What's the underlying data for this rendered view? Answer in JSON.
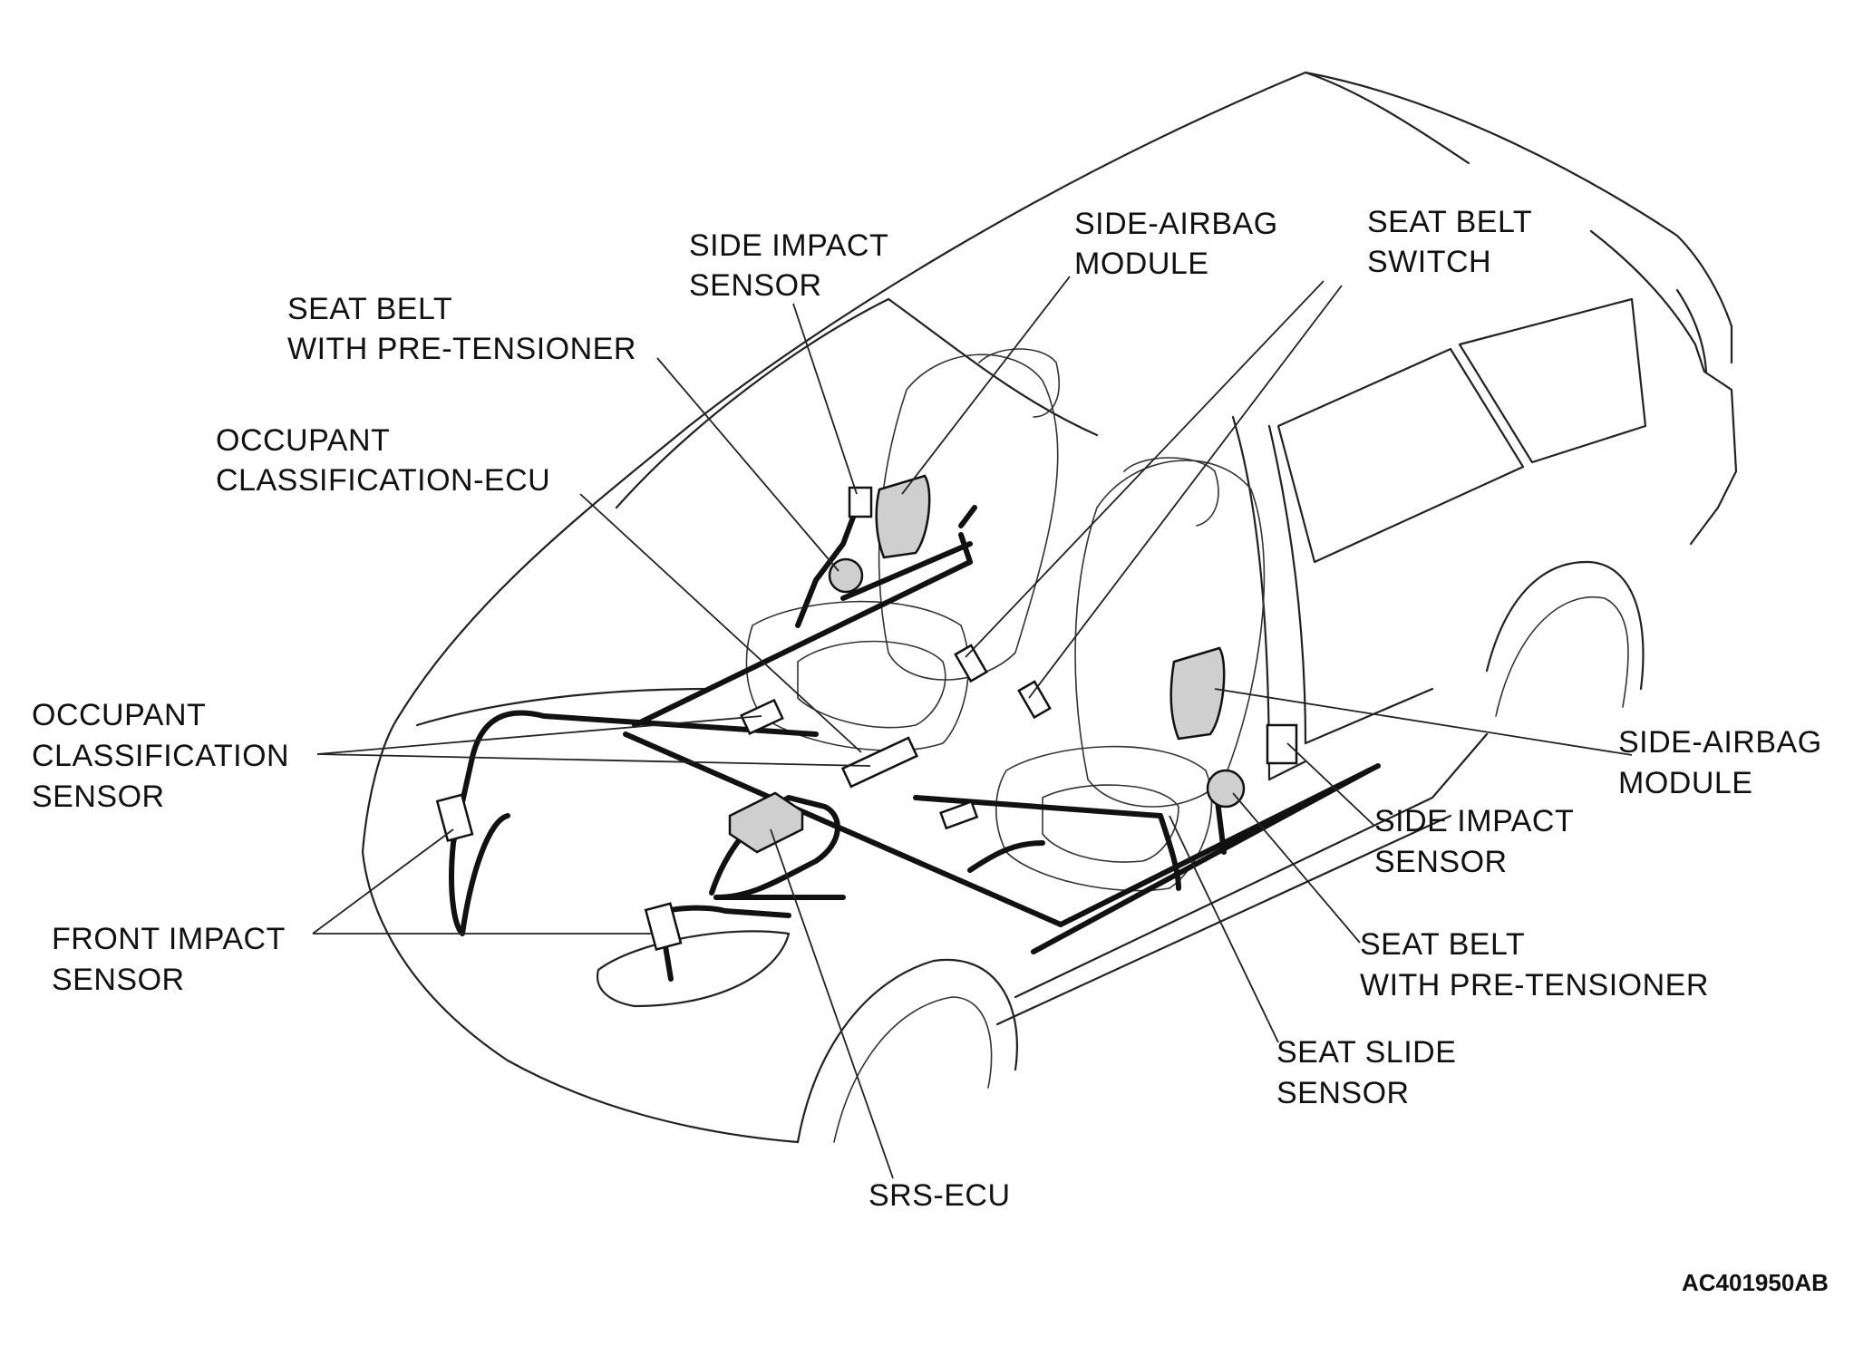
{
  "labels": {
    "side_impact_sensor_left": [
      "SIDE IMPACT",
      "SENSOR"
    ],
    "side_airbag_module_top": [
      "SIDE-AIRBAG",
      "MODULE"
    ],
    "seat_belt_switch": [
      "SEAT BELT",
      "SWITCH"
    ],
    "seat_belt_pretensioner_left": [
      "SEAT BELT",
      "WITH PRE-TENSIONER"
    ],
    "occupant_classification_ecu": [
      "OCCUPANT",
      "CLASSIFICATION-ECU"
    ],
    "occupant_classification_sensor": [
      "OCCUPANT",
      "CLASSIFICATION",
      "SENSOR"
    ],
    "front_impact_sensor": [
      "FRONT IMPACT",
      "SENSOR"
    ],
    "srs_ecu": [
      "SRS-ECU"
    ],
    "side_airbag_module_right": [
      "SIDE-AIRBAG",
      "MODULE"
    ],
    "side_impact_sensor_right": [
      "SIDE IMPACT",
      "SENSOR"
    ],
    "seat_belt_pretensioner_right": [
      "SEAT BELT",
      "WITH PRE-TENSIONER"
    ],
    "seat_slide_sensor": [
      "SEAT SLIDE",
      "SENSOR"
    ]
  },
  "figure_code": "AC401950AB"
}
